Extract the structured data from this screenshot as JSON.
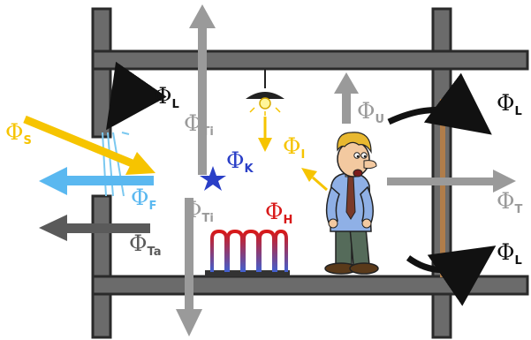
{
  "symbol": "Φ",
  "labels": {
    "phi_l_left": {
      "sub": "L"
    },
    "phi_s": {
      "sub": "S"
    },
    "phi_f": {
      "sub": "F"
    },
    "phi_ta": {
      "sub": "Ta"
    },
    "phi_ti_top": {
      "sub": "Ti"
    },
    "phi_ti_bottom": {
      "sub": "Ti"
    },
    "phi_k": {
      "sub": "K"
    },
    "phi_h": {
      "sub": "H"
    },
    "phi_i": {
      "sub": "I"
    },
    "phi_u": {
      "sub": "U"
    },
    "phi_t": {
      "sub": "T"
    },
    "phi_l_right_top": {
      "sub": "L"
    },
    "phi_l_right_bottom": {
      "sub": "L"
    }
  },
  "colors": {
    "structure": "#6b6b6b",
    "structure_stroke": "#2a2a2a",
    "black": "#111111",
    "sun": "#f6c400",
    "light_blue": "#5ab8f0",
    "dark_gray": "#5a5a5a",
    "light_gray": "#9a9a9a",
    "blue_star": "#2a3fc7",
    "red_heater": "#d81818",
    "wood": "#b07d4a"
  },
  "icons": [
    "ceiling-lamp-icon",
    "person-icon",
    "heater-icon",
    "star-icon",
    "window-icon"
  ]
}
